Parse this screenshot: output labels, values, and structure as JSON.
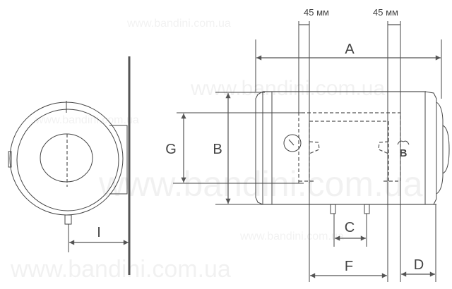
{
  "diagram": {
    "dimension_labels": {
      "A": "A",
      "B": "B",
      "C": "C",
      "D": "D",
      "F": "F",
      "G": "G",
      "I": "I"
    },
    "offset_left": "45 мм",
    "offset_right": "45 мм",
    "logo_letter": "B"
  },
  "watermark": "www.bandini.com.ua",
  "colors": {
    "line": "#555555",
    "text": "#444444"
  }
}
